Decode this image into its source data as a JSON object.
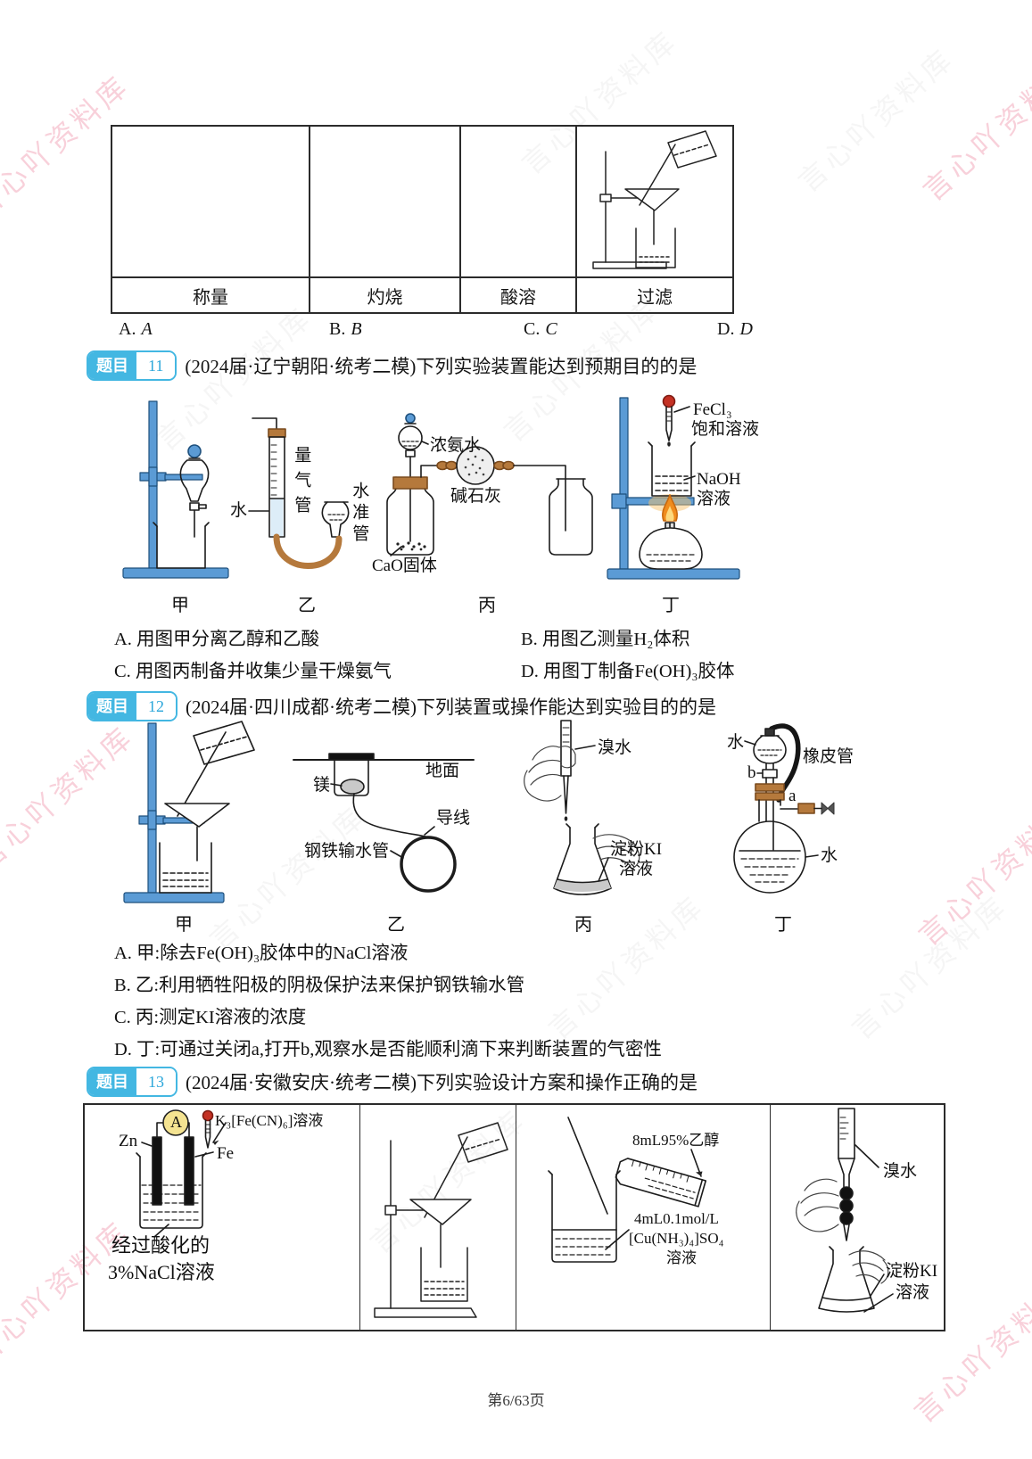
{
  "page": {
    "footer": "第6/63页",
    "watermark": "言心吖资料库"
  },
  "colors": {
    "badge_cyan": "#43b7e2",
    "badge_number_blue": "#2aa6da",
    "stand_blue": "#5b9bd5",
    "rubber_brown": "#b5793c",
    "rubber_tube_black": "#161616",
    "flame_orange": "#f08c1e",
    "dropper_red": "#c43124",
    "ammeter_yellow": "#f4e391",
    "watermark_pink": "#f3aabb"
  },
  "prev_question": {
    "table_labels": [
      "称量",
      "灼烧",
      "酸溶",
      "过滤"
    ],
    "answers": [
      {
        "p": "A.",
        "v": "A"
      },
      {
        "p": "B.",
        "v": "B"
      },
      {
        "p": "C.",
        "v": "C"
      },
      {
        "p": "D.",
        "v": "D"
      }
    ]
  },
  "q11": {
    "badge": "题目",
    "number": "11",
    "source": "(2024届·辽宁朝阳·统考二模)",
    "stem": "下列实验装置能达到预期目的的是",
    "captions": [
      "甲",
      "乙",
      "丙",
      "丁"
    ],
    "labels": {
      "liang_qi_guan": "量气管",
      "shui": "水",
      "shui_zhun_guan": "水准管",
      "nong_an_shui": "浓氨水",
      "jian_shi_hui": "碱石灰",
      "cao_gu_ti": "CaO固体",
      "fecl3": "FeCl₃",
      "fecl3_2": "饱和溶液",
      "naoh": "NaOH",
      "naoh_2": "溶液"
    },
    "options": [
      "A. 用图甲分离乙醇和乙酸",
      "B. 用图乙测量H₂体积",
      "C. 用图丙制备并收集少量干燥氨气",
      "D. 用图丁制备Fe(OH)₃胶体"
    ]
  },
  "q12": {
    "badge": "题目",
    "number": "12",
    "source": "(2024届·四川成都·统考二模)",
    "stem": "下列装置或操作能达到实验目的的是",
    "captions": [
      "甲",
      "乙",
      "丙",
      "丁"
    ],
    "labels": {
      "di_mian": "地面",
      "mei": "镁",
      "dao_xian": "导线",
      "shu_shui_guan": "钢铁输水管",
      "xiu_shui": "溴水",
      "dian_fen_ki": "淀粉KI",
      "rong_ye": "溶液",
      "shui_top": "水",
      "b_valve": "b",
      "xiang_pi_guan": "橡皮管",
      "a_valve": "a",
      "shui_bottom": "水"
    },
    "options": [
      "A. 甲:除去Fe(OH)₃胶体中的NaCl溶液",
      "B. 乙:利用牺牲阳极的阴极保护法来保护钢铁输水管",
      "C. 丙:测定KI溶液的浓度",
      "D. 丁:可通过关闭a,打开b,观察水是否能顺利滴下来判断装置的气密性"
    ]
  },
  "q13": {
    "badge": "题目",
    "number": "13",
    "source": "(2024届·安徽安庆·统考二模)",
    "stem": "下列实验设计方案和操作正确的是",
    "panel1": {
      "k3fecn6": "K₃[Fe(CN)₆]溶液",
      "zn": "Zn",
      "fe": "Fe",
      "ammeter": "A",
      "solution_line1": "经过酸化的",
      "solution_line2": "3%NaCl溶液"
    },
    "panel3": {
      "yichun": "8mL95%乙醇",
      "cu_line1": "4mL0.1mol/L",
      "cu_line2": "[Cu(NH₃)₄]SO₄",
      "cu_line3": "溶液"
    },
    "panel4": {
      "xiu_shui": "溴水",
      "dian_fen_ki": "淀粉KI",
      "rong_ye": "溶液"
    }
  }
}
